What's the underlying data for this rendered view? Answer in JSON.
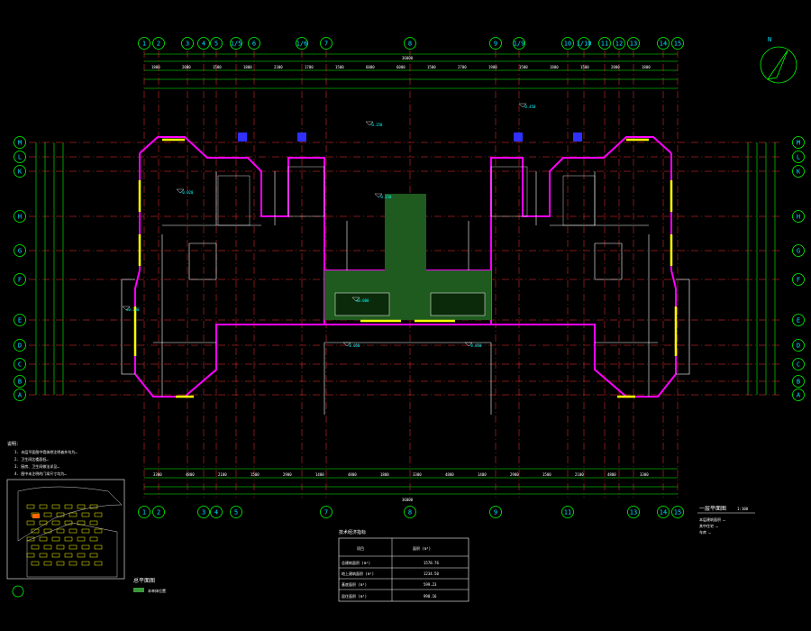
{
  "colors": {
    "background": "#000000",
    "axis_line": "#ff3030",
    "dim_line": "#00ff00",
    "wall": "#ff00ff",
    "window": "#ffff00",
    "text": "#ffffff",
    "cyan_text": "#00ffff",
    "courtyard_fill": "#1f5a1f"
  },
  "grid_top": [
    "1",
    "2",
    "3",
    "4",
    "5",
    "1/5",
    "6",
    "1/6",
    "7",
    "8",
    "9",
    "1/9",
    "10",
    "1/10",
    "11",
    "12",
    "13",
    "14",
    "15"
  ],
  "grid_bottom": [
    "1",
    "2",
    "3",
    "4",
    "5",
    "7",
    "8",
    "9",
    "11",
    "13",
    "14",
    "15"
  ],
  "grid_rows": [
    "M",
    "L",
    "K",
    "H",
    "G",
    "F",
    "E",
    "D",
    "C",
    "B",
    "A"
  ],
  "north_symbol": "N",
  "overall_dim": "36000",
  "title_block": {
    "title": "一层平面图",
    "scale": "1:100",
    "notes": [
      "本层建筑面积 …",
      "其中住宅 …",
      "车库 …"
    ]
  },
  "notes_title": "说明：",
  "notes": [
    "1. 本层平面图中墙体除注明者外均为…",
    "2. 卫生间比楼面低…",
    "3. 厨房、卫生间做法详见…",
    "4. 图中未注明的门垛尺寸均为…"
  ],
  "site_plan": {
    "title": "总平面图",
    "legend": "本单体位置"
  },
  "area_table": {
    "title": "技术经济指标",
    "header": [
      "项目",
      "面积 (m²)"
    ],
    "rows": [
      [
        "总建筑面积 (m²)",
        "1578.76"
      ],
      [
        "地上建筑面积 (m²)",
        "1234.50"
      ],
      [
        "基底面积 (m²)",
        "599.23"
      ],
      [
        "居住面积 (m²)",
        "990.16"
      ]
    ]
  },
  "level_marks": [
    "±0.000",
    "-0.020",
    "-0.050",
    "-0.350",
    "-0.450",
    "-0.150",
    "-0.850",
    "±0.100"
  ],
  "dim_segments_top": [
    "1800",
    "2000",
    "1500",
    "1800",
    "2300",
    "1700",
    "1500",
    "6000",
    "6000",
    "1500",
    "2700",
    "1900",
    "1500",
    "1800",
    "1500",
    "2800",
    "1800"
  ],
  "dim_segments_bottom": [
    "3300",
    "4800",
    "2100",
    "1500",
    "2900",
    "1400",
    "4800",
    "1800",
    "3300",
    "4800",
    "1400",
    "2900",
    "1500",
    "2100",
    "4800",
    "3300"
  ]
}
